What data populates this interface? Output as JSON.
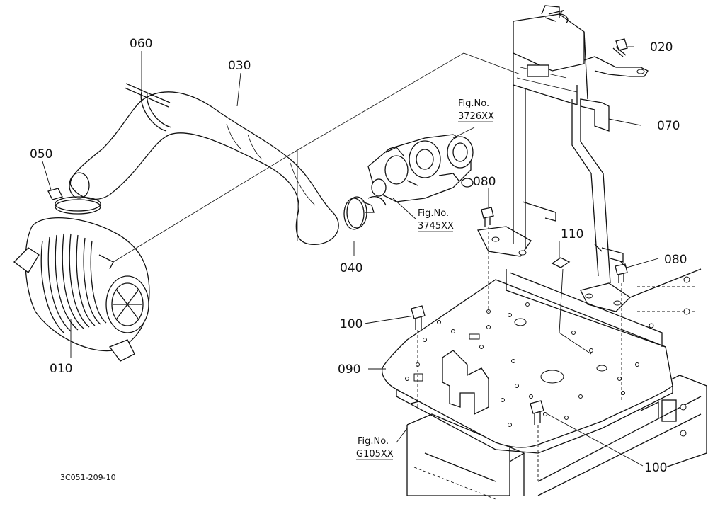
{
  "parts": {
    "p010": "010",
    "p020": "020",
    "p030": "030",
    "p040": "040",
    "p050": "050",
    "p060": "060",
    "p070": "070",
    "p080a": "080",
    "p080b": "080",
    "p090": "090",
    "p100a": "100",
    "p100b": "100",
    "p110": "110"
  },
  "figrefs": {
    "turbo": {
      "label": "Fig.No.",
      "code": "3726XX"
    },
    "manifold": {
      "label": "Fig.No.",
      "code": "3745XX"
    },
    "frame": {
      "label": "Fig.No.",
      "code": "G105XX"
    }
  },
  "document_code": "3C051-209-10"
}
